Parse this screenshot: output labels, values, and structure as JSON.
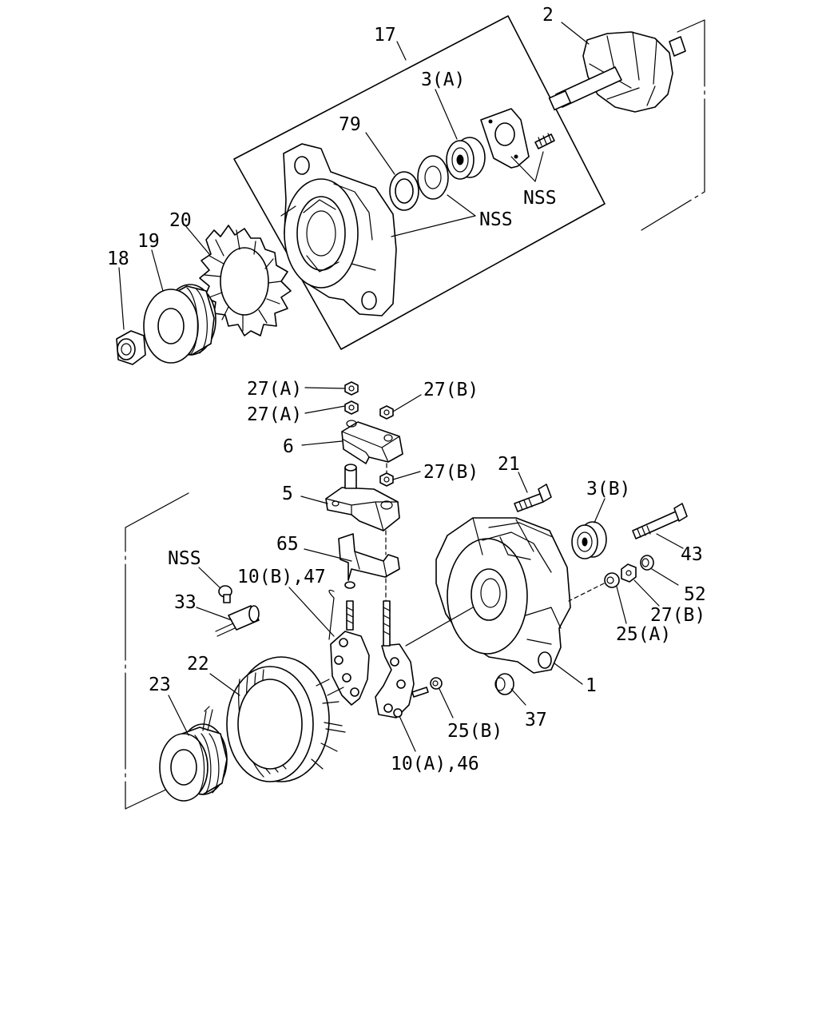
{
  "labels": {
    "p2": "2",
    "p17": "17",
    "p3a": "3(A)",
    "p79": "79",
    "nss_top1": "NSS",
    "nss_top2": "NSS",
    "p20": "20",
    "p19": "19",
    "p18": "18",
    "p27a_1": "27(A)",
    "p27a_2": "27(A)",
    "p27b_1": "27(B)",
    "p6": "6",
    "p27b_2": "27(B)",
    "p5": "5",
    "p21": "21",
    "p3b": "3(B)",
    "p65": "65",
    "p43": "43",
    "nss_mid": "NSS",
    "p10b47": "10(B),47",
    "p52": "52",
    "p33": "33",
    "p27b_3": "27(B)",
    "p25a": "25(A)",
    "p22": "22",
    "p1": "1",
    "p23": "23",
    "p25b": "25(B)",
    "p37": "37",
    "p10a46": "10(A),46"
  }
}
